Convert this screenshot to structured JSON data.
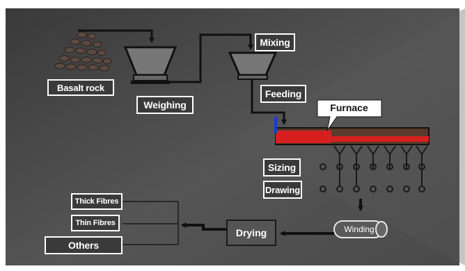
{
  "labels": {
    "basalt_rock": "Basalt rock",
    "weighing": "Weighing",
    "mixing": "Mixing",
    "feeding": "Feeding",
    "furnace": "Furnace",
    "sizing": "Sizing",
    "drawing": "Drawing",
    "winding": "Winding",
    "drying": "Drying",
    "thick_fibres": "Thick Fibres",
    "thin_fibres": "Thin Fibres",
    "others": "Others"
  },
  "colors": {
    "background": "#4a4a4a",
    "furnace_red": "#d62020",
    "furnace_brown": "#5a3a2a",
    "label_bg": "#3a3a3a",
    "arrow": "#111111"
  }
}
